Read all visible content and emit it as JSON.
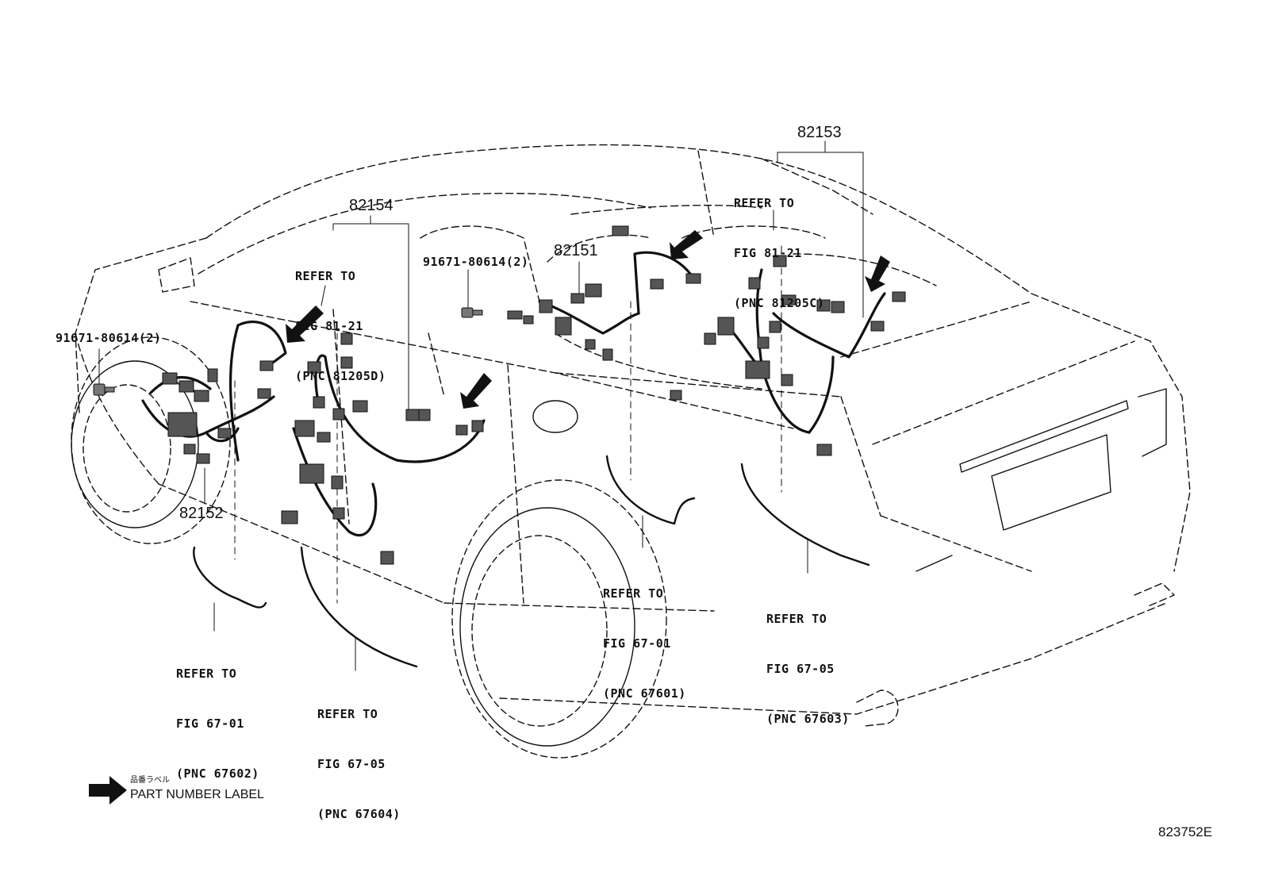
{
  "part_numbers": {
    "p82153": "82153",
    "p82154": "82154",
    "p82151": "82151",
    "p82152": "82152"
  },
  "bolts": {
    "left": "91671-80614(2)",
    "center": "91671-80614(2)"
  },
  "refs": {
    "fig8121_d": [
      "REFER TO",
      "FIG 81-21",
      "(PNC 81205D)"
    ],
    "fig8121_c": [
      "REFER TO",
      "FIG 81-21",
      "(PNC 81205C)"
    ],
    "fig6701_a": [
      "REFER TO",
      "FIG 67-01",
      "(PNC 67601)"
    ],
    "fig6705_a": [
      "REFER TO",
      "FIG 67-05",
      "(PNC 67603)"
    ],
    "fig6701_b": [
      "REFER TO",
      "FIG 67-01",
      "(PNC 67602)"
    ],
    "fig6705_b": [
      "REFER TO",
      "FIG 67-05",
      "(PNC 67604)"
    ]
  },
  "legend": {
    "japanese": "品番ラベル",
    "label": "PART NUMBER LABEL",
    "icon": "arrow-right-icon"
  },
  "figure_id": "823752E",
  "colors": {
    "ink": "#111111",
    "connector": "#555555",
    "background": "#ffffff"
  }
}
